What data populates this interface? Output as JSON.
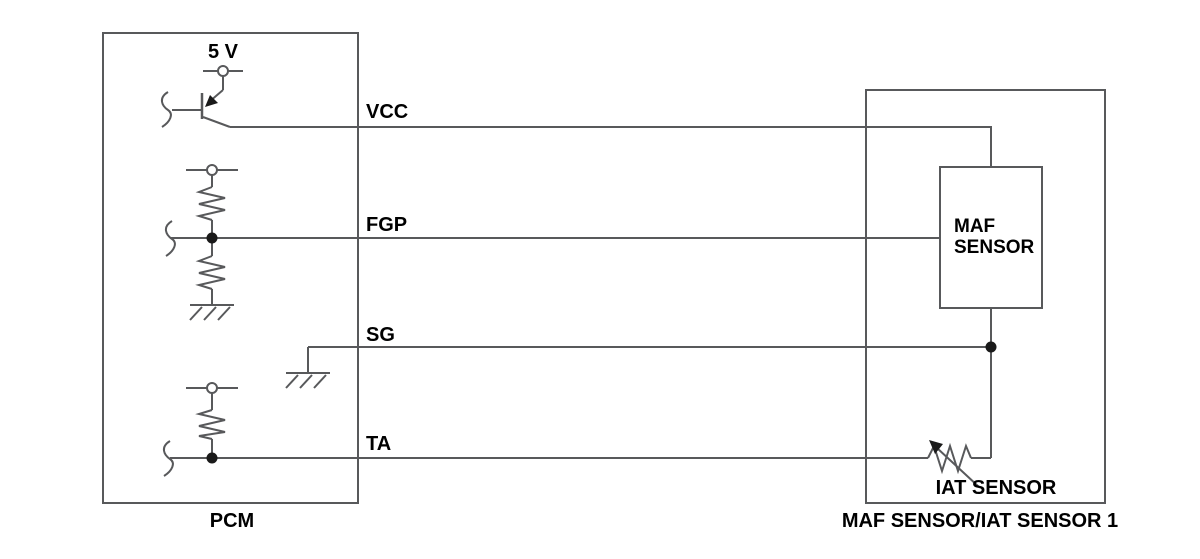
{
  "diagram_title": "PCM to MAF/IAT sensor wiring diagram",
  "colors": {
    "wire": "#58595b",
    "text": "#000000",
    "background": "#ffffff"
  },
  "pcm": {
    "label": "PCM",
    "supply_label": "5 V"
  },
  "signals": {
    "vcc": "VCC",
    "fgp": "FGP",
    "sg": "SG",
    "ta": "TA"
  },
  "sensor_module": {
    "label": "MAF SENSOR/IAT SENSOR 1",
    "maf_line1": "MAF",
    "maf_line2": "SENSOR",
    "iat_label": "IAT SENSOR"
  }
}
